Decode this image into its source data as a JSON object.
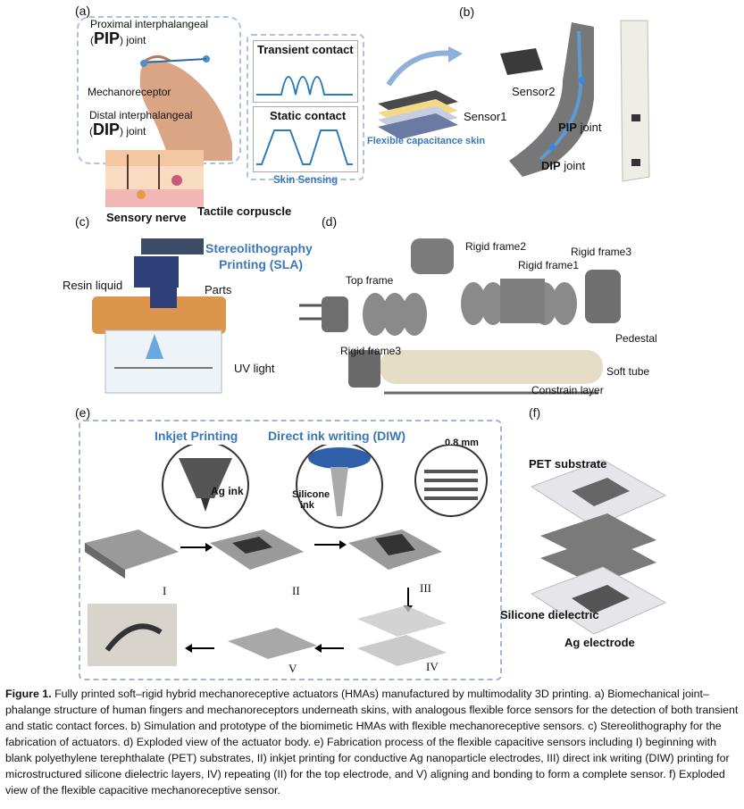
{
  "panels": {
    "a": "(a)",
    "b": "(b)",
    "c": "(c)",
    "d": "(d)",
    "e": "(e)",
    "f": "(f)"
  },
  "a": {
    "pip_line1": "Proximal interphalangeal",
    "pip_abbr": "PIP",
    "pip_joint": ") joint",
    "pip_open": "(",
    "mechanoreceptor": "Mechanoreceptor",
    "dip_line1": "Distal interphalangeal",
    "dip_open": "(",
    "dip_abbr": "DIP",
    "dip_joint": ") joint",
    "transient": "Transient contact",
    "static": "Static contact",
    "skin_sensing": "Skin Sensing",
    "flex_skin": "Flexible capacitance skin",
    "sensory_nerve": "Sensory nerve",
    "tactile": "Tactile corpuscle"
  },
  "b": {
    "sensor2": "Sensor2",
    "sensor1": "Sensor1",
    "pip_abbr": "PIP",
    "pip_joint": " joint",
    "dip_abbr": "DIP",
    "dip_joint": " joint"
  },
  "c": {
    "sla1": "Stereolithography",
    "sla2": "Printing (SLA)",
    "resin": "Resin liquid",
    "parts": "Parts",
    "uv": "UV light"
  },
  "d": {
    "rigid2": "Rigid frame2",
    "rigid1": "Rigid frame1",
    "rigid3a": "Rigid frame3",
    "top": "Top frame",
    "pedestal": "Pedestal",
    "rigid3b": "Rigid frame3",
    "softtube": "Soft tube",
    "constrain": "Constrain layer"
  },
  "e": {
    "inkjet": "Inkjet Printing",
    "diw": "Direct ink writing (DIW)",
    "agink": "Ag ink",
    "silicone1": "Silicone",
    "silicone2": "ink",
    "mm": "0.8 mm",
    "s1": "I",
    "s2": "II",
    "s3": "III",
    "s4": "IV",
    "s5": "V"
  },
  "f": {
    "pet": "PET substrate",
    "silicone": "Silicone dielectric",
    "ag": "Ag electrode"
  },
  "caption": {
    "head": "Figure 1.",
    "body": "Fully printed soft–rigid hybrid mechanoreceptive actuators (HMAs) manufactured by multimodality 3D printing. a) Biomechanical joint–phalange structure of human fingers and mechanoreceptors underneath skins, with analogous flexible force sensors for the detection of both transient and static contact forces. b) Simulation and prototype of the biomimetic HMAs with flexible mechanoreceptive sensors. c) Stereolithography for the fabrication of actuators. d) Exploded view of the actuator body. e) Fabrication process of the flexible capacitive sensors including I) beginning with blank polyethylene terephthalate (PET) substrates, II) inkjet printing for conductive Ag nanoparticle electrodes, III) direct ink writing (DIW) printing for microstructured silicone dielectric layers, IV) repeating (II) for the top electrode, and V) aligning and bonding to form a complete sensor. f) Exploded view of the flexible capacitive mechanoreceptive sensor."
  },
  "colors": {
    "accent": "#3b78b8",
    "dash": "#a9c4e3"
  }
}
